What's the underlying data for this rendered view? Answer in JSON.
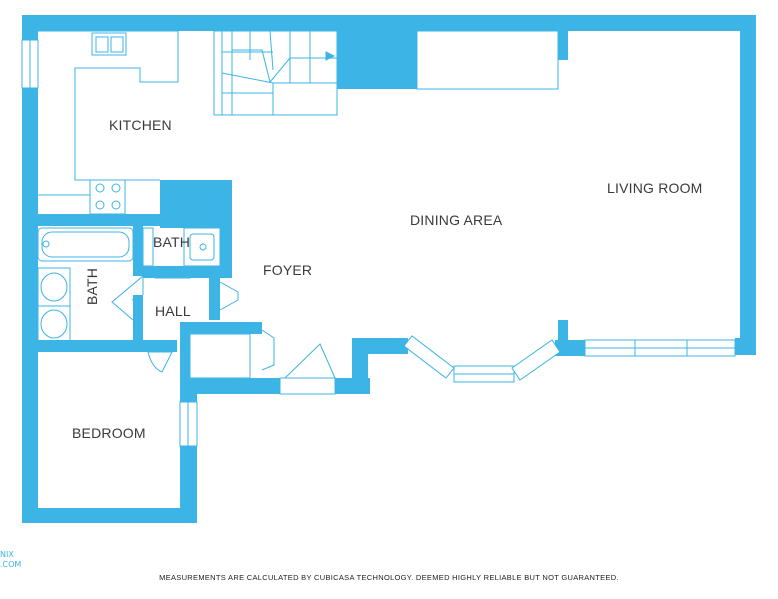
{
  "colors": {
    "wall": "#3cb4e5",
    "fixture_line": "#3cb4e5",
    "label": "#3a3a3a",
    "background": "#ffffff"
  },
  "rooms": {
    "kitchen": "KITCHEN",
    "dining": "DINING AREA",
    "living": "LIVING ROOM",
    "foyer": "FOYER",
    "bath_small": "BATH",
    "bath_vertical": "BATH",
    "hall": "HALL",
    "bedroom": "BEDROOM"
  },
  "logo": {
    "line1": "NIX",
    "line2": ".COM"
  },
  "disclaimer": "MEASUREMENTS ARE CALCULATED BY CUBICASA TECHNOLOGY. DEEMED HIGHLY RELIABLE BUT NOT GUARANTEED."
}
